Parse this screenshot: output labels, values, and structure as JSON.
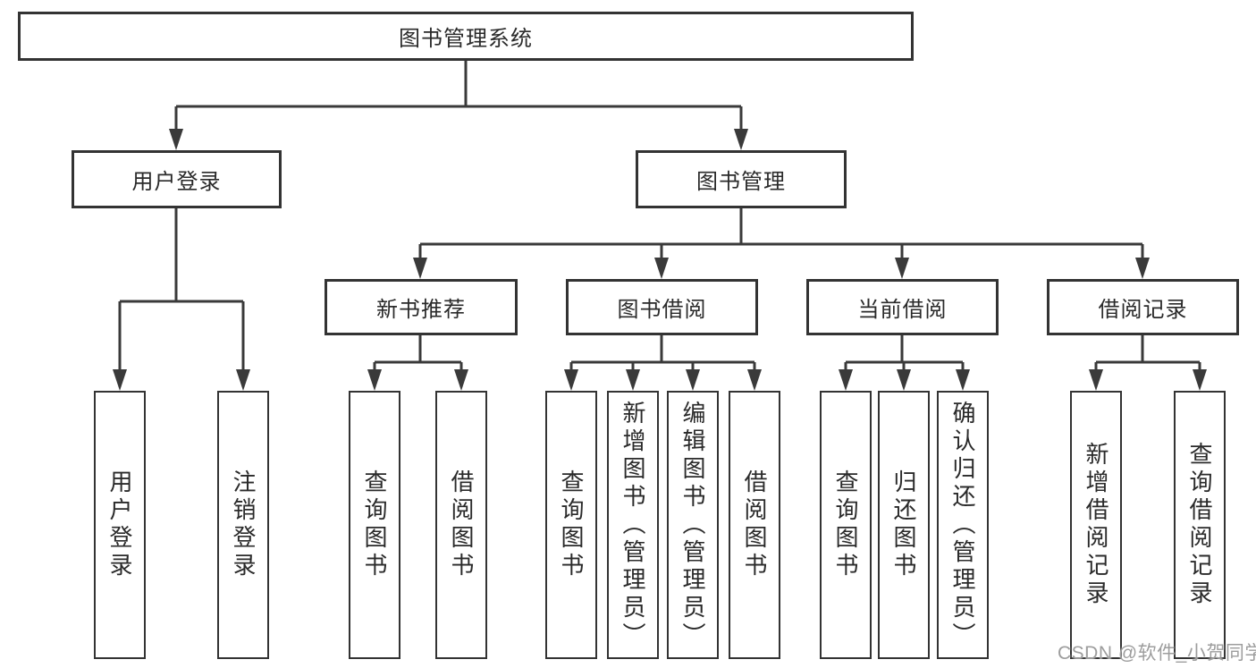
{
  "diagram": {
    "title": "图书管理系统",
    "root": {
      "label": "图书管理系统"
    },
    "level2": [
      {
        "label": "用户登录"
      },
      {
        "label": "图书管理"
      }
    ],
    "level3": [
      {
        "label": "新书推荐"
      },
      {
        "label": "图书借阅"
      },
      {
        "label": "当前借阅"
      },
      {
        "label": "借阅记录"
      }
    ],
    "leaves": {
      "login": [
        "用户登录",
        "注销登录"
      ],
      "recommend": [
        "查询图书",
        "借阅图书"
      ],
      "borrow": [
        "查询图书",
        "新增图书（管理员）",
        "编辑图书（管理员）",
        "借阅图书"
      ],
      "current": [
        "查询图书",
        "归还图书",
        "确认归还（管理员）"
      ],
      "records": [
        "新增借阅记录",
        "查询借阅记录"
      ]
    },
    "colors": {
      "line": "#3a3a3a",
      "box_border": "#333333",
      "box_fill": "#ffffff",
      "text": "#2a2a2a",
      "watermark": "#9d9d9d"
    },
    "watermark": "CSDN @软件_小贺同学"
  }
}
